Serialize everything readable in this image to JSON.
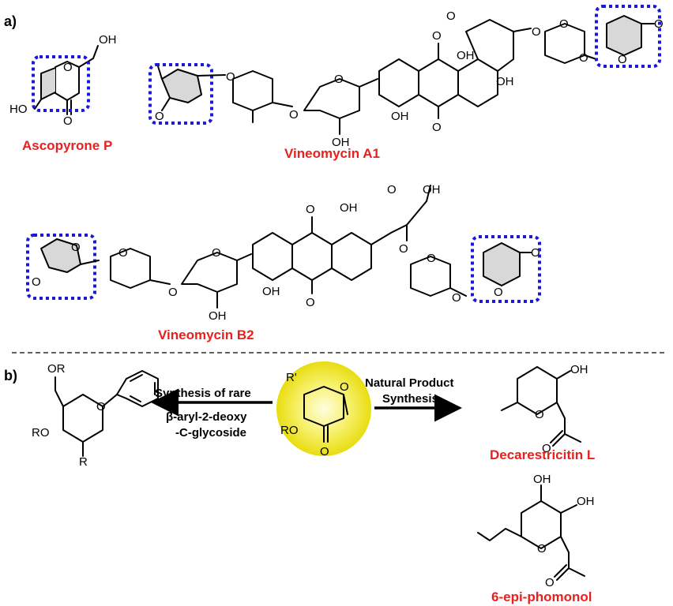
{
  "panels": {
    "a": "a)",
    "b": "b)"
  },
  "compounds": {
    "ascopyrone_p": "Ascopyrone P",
    "vineomycin_a1": "Vineomycin A1",
    "vineomycin_b2": "Vineomycin B2",
    "decarestricitin_l": "Decarestricitin L",
    "epi_phomonol": "6-epi-phomonol"
  },
  "arrows": {
    "left_line1": "Synthesis  of rare",
    "left_line2": "β-aryl-2-deoxy",
    "left_line3": "-C-glycoside",
    "right_line1": "Natural Product",
    "right_line2": "Synthesis"
  },
  "atoms": {
    "oh": "OH",
    "ho": "HO",
    "o": "O",
    "or": "OR",
    "ro": "RO",
    "r": "R",
    "r_prime": "R'"
  },
  "colors": {
    "name_red": "#e8201e",
    "box_blue": "#1a1ad6",
    "enone_fill": "#d8d8d8",
    "highlight_yellow": "#f2ee2a"
  }
}
